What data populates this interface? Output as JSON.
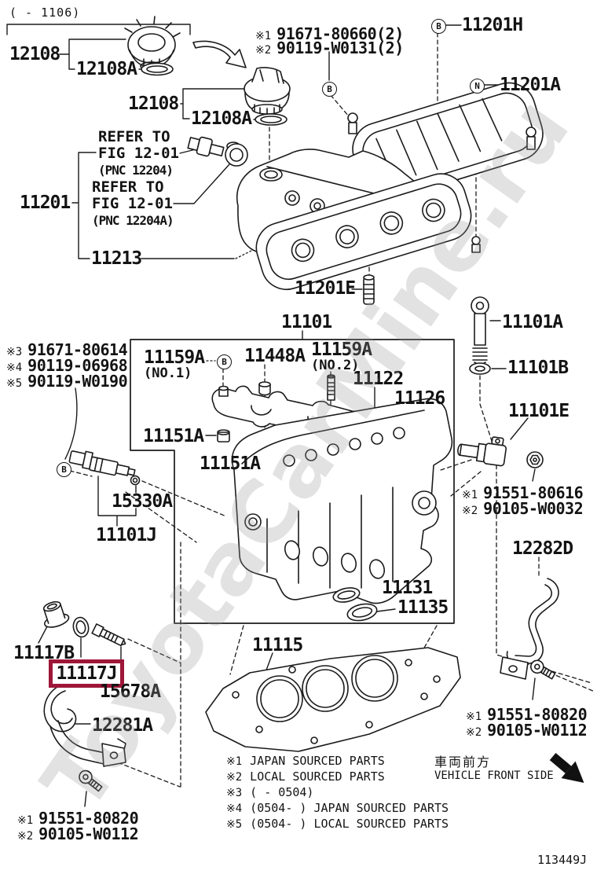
{
  "page": {
    "range_note": "(      - 1106)",
    "doc_code": "113449J",
    "watermark": "ToyotaCarMine.ru",
    "highlight_color": "#9e1638"
  },
  "markers": {
    "m_cover_bolt": "B",
    "m_11201H": "B",
    "m_11201A": "N",
    "m_11159A": "B",
    "m_15330A": "B"
  },
  "labels": {
    "cap1": "12108",
    "seal1": "12108A",
    "cap2": "12108",
    "seal2": "12108A",
    "p11201H": "11201H",
    "p11201A": "11201A",
    "p11201": "11201",
    "p11213": "11213",
    "p11201E": "11201E",
    "refer1_l1": "REFER TO",
    "refer1_l2": "FIG 12-01",
    "refer1_l3": "(PNC 12204)",
    "refer2_l1": "REFER TO",
    "refer2_l2": "FIG 12-01",
    "refer2_l3": "(PNC 12204A)",
    "p11101": "11101",
    "p11101A": "11101A",
    "p11101B": "11101B",
    "p11159A_1": "11159A",
    "p11159A_1_sub": "(NO.1)",
    "p11448A": "11448A",
    "p11159A_2": "11159A",
    "p11159A_2_sub": "(NO.2)",
    "p11122": "11122",
    "p11126": "11126",
    "p11151A_1": "11151A",
    "p11151A_2": "11151A",
    "p15330A": "15330A",
    "p11101J": "11101J",
    "p11101E": "11101E",
    "p12282D": "12282D",
    "p11131": "11131",
    "p11135": "11135",
    "p11117B": "11117B",
    "p11117J": "11117J",
    "p15678A": "15678A",
    "p12281A": "12281A",
    "p11115": "11115"
  },
  "notes": {
    "top": [
      {
        "sym": "※1",
        "num": "91671-80660(2)"
      },
      {
        "sym": "※2",
        "num": "90119-W0131(2)"
      }
    ],
    "left": [
      {
        "sym": "※3",
        "num": "91671-80614"
      },
      {
        "sym": "※4",
        "num": "90119-06968"
      },
      {
        "sym": "※5",
        "num": "90119-W0190"
      }
    ],
    "sensor": [
      {
        "sym": "※1",
        "num": "91551-80616"
      },
      {
        "sym": "※2",
        "num": "90105-W0032"
      }
    ],
    "bracket_right": [
      {
        "sym": "※1",
        "num": "91551-80820"
      },
      {
        "sym": "※2",
        "num": "90105-W0112"
      }
    ],
    "bracket_left": [
      {
        "sym": "※1",
        "num": "91551-80820"
      },
      {
        "sym": "※2",
        "num": "90105-W0112"
      }
    ]
  },
  "legend": [
    {
      "sym": "※1",
      "text": "JAPAN SOURCED PARTS"
    },
    {
      "sym": "※2",
      "text": "LOCAL SOURCED PARTS"
    },
    {
      "sym": "※3",
      "text": "(      - 0504)"
    },
    {
      "sym": "※4",
      "text": "(0504-      ) JAPAN SOURCED PARTS"
    },
    {
      "sym": "※5",
      "text": "(0504-      ) LOCAL SOURCED PARTS"
    }
  ],
  "front_note": {
    "jp": "車両前方",
    "en": "VEHICLE FRONT SIDE"
  }
}
